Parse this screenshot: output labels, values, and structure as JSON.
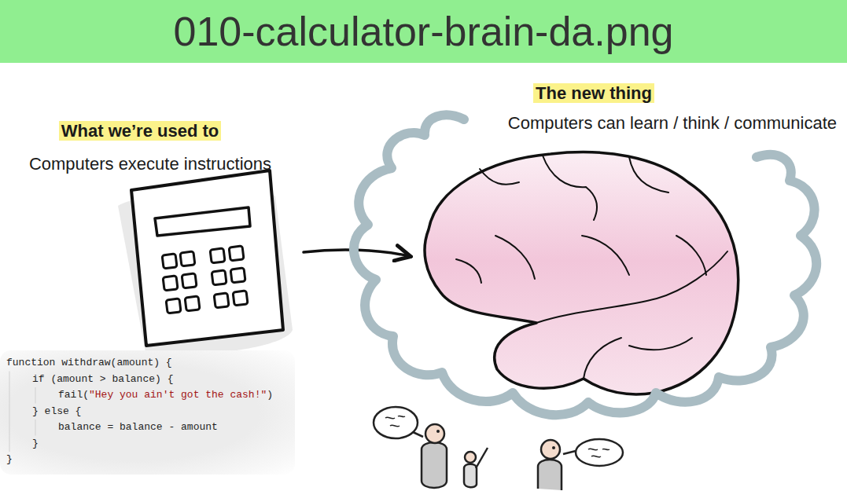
{
  "diagram": {
    "title": "010-calculator-brain-da.png",
    "nodes": [
      {
        "text": [
          "The new thing",
          "Computers can learn / think / communicate"
        ]
      },
      {
        "text": [
          "function withdraw(amount) {",
          "if (amount > balance) {",
          "fail(\"Hey you ain't got the cash!\")",
          "} else {",
          "balance = balance - amount",
          "}",
          "}"
        ]
      }
    ],
    "labels": [
      "What we’re used to",
      "Computers execute instructions"
    ]
  }
}
